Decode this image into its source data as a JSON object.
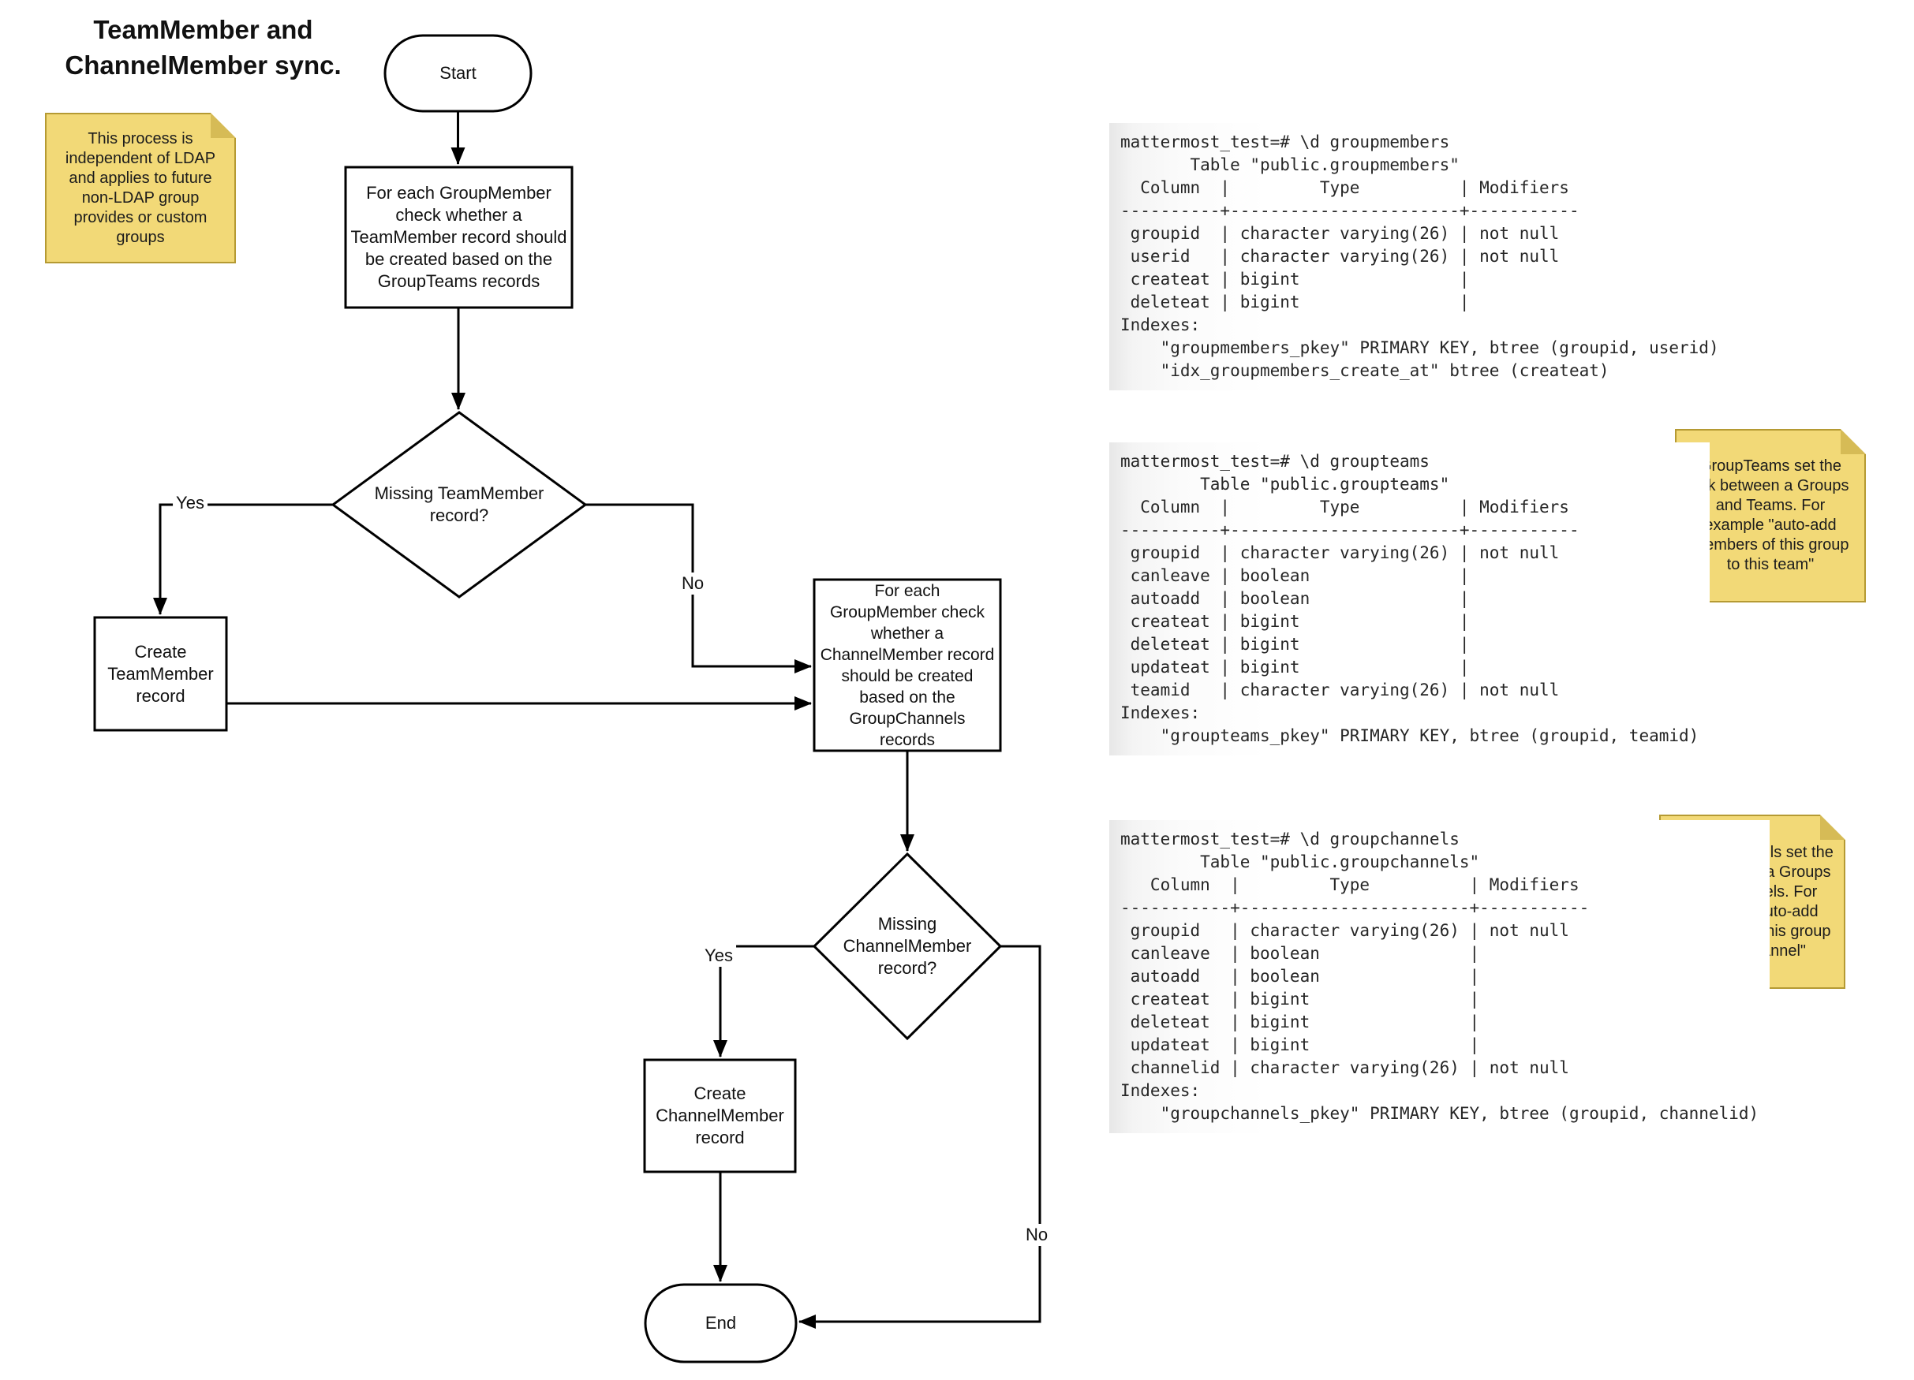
{
  "title": "TeamMember and\nChannelMember sync.",
  "notes": {
    "ldap": "This process is\nindependent of LDAP\nand applies to future\nnon-LDAP group\nprovides or custom\ngroups",
    "groupteams": "GroupTeams set the\nlink between a Groups\nand Teams. For\nexample \"auto-add\nmembers of this group\nto this team\"",
    "groupchannels": "GroupChannels set the\nlink between a Groups\nand Channels. For\nexample \"auto-add\nmembers of this group\nto this channel\""
  },
  "flowchart": {
    "start_label": "Start",
    "process_team": "For each GroupMember\ncheck whether a\nTeamMember record should\nbe created based on the\nGroupTeams records",
    "decision_team": "Missing TeamMember\nrecord?",
    "create_team": "Create\nTeamMember\nrecord",
    "process_channel": "For each\nGroupMember check\nwhether a\nChannelMember record\nshould be created\nbased on the\nGroupChannels\nrecords",
    "decision_channel": "Missing\nChannelMember\nrecord?",
    "create_channel": "Create\nChannelMember\nrecord",
    "end_label": "End",
    "labels": {
      "yes1": "Yes",
      "no1": "No",
      "yes2": "Yes",
      "no2": "No"
    }
  },
  "terminals": {
    "groupmembers": "mattermost_test=# \\d groupmembers\n       Table \"public.groupmembers\"\n  Column  |         Type          | Modifiers\n----------+-----------------------+-----------\n groupid  | character varying(26) | not null\n userid   | character varying(26) | not null\n createat | bigint                |\n deleteat | bigint                |\nIndexes:\n    \"groupmembers_pkey\" PRIMARY KEY, btree (groupid, userid)\n    \"idx_groupmembers_create_at\" btree (createat)",
    "groupteams": "mattermost_test=# \\d groupteams\n        Table \"public.groupteams\"\n  Column  |         Type          | Modifiers\n----------+-----------------------+-----------\n groupid  | character varying(26) | not null\n canleave | boolean               |\n autoadd  | boolean               |\n createat | bigint                |\n deleteat | bigint                |\n updateat | bigint                |\n teamid   | character varying(26) | not null\nIndexes:\n    \"groupteams_pkey\" PRIMARY KEY, btree (groupid, teamid)",
    "groupchannels": "mattermost_test=# \\d groupchannels\n        Table \"public.groupchannels\"\n   Column  |         Type          | Modifiers\n-----------+-----------------------+-----------\n groupid   | character varying(26) | not null\n canleave  | boolean               |\n autoadd   | boolean               |\n createat  | bigint                |\n deleteat  | bigint                |\n updateat  | bigint                |\n channelid | character varying(26) | not null\nIndexes:\n    \"groupchannels_pkey\" PRIMARY KEY, btree (groupid, channelid)"
  },
  "colors": {
    "note_fill": "#f2d977",
    "note_border": "#b59a33",
    "note_fold": "#d6bb56",
    "line": "#000000",
    "shape_fill": "#ffffff"
  }
}
